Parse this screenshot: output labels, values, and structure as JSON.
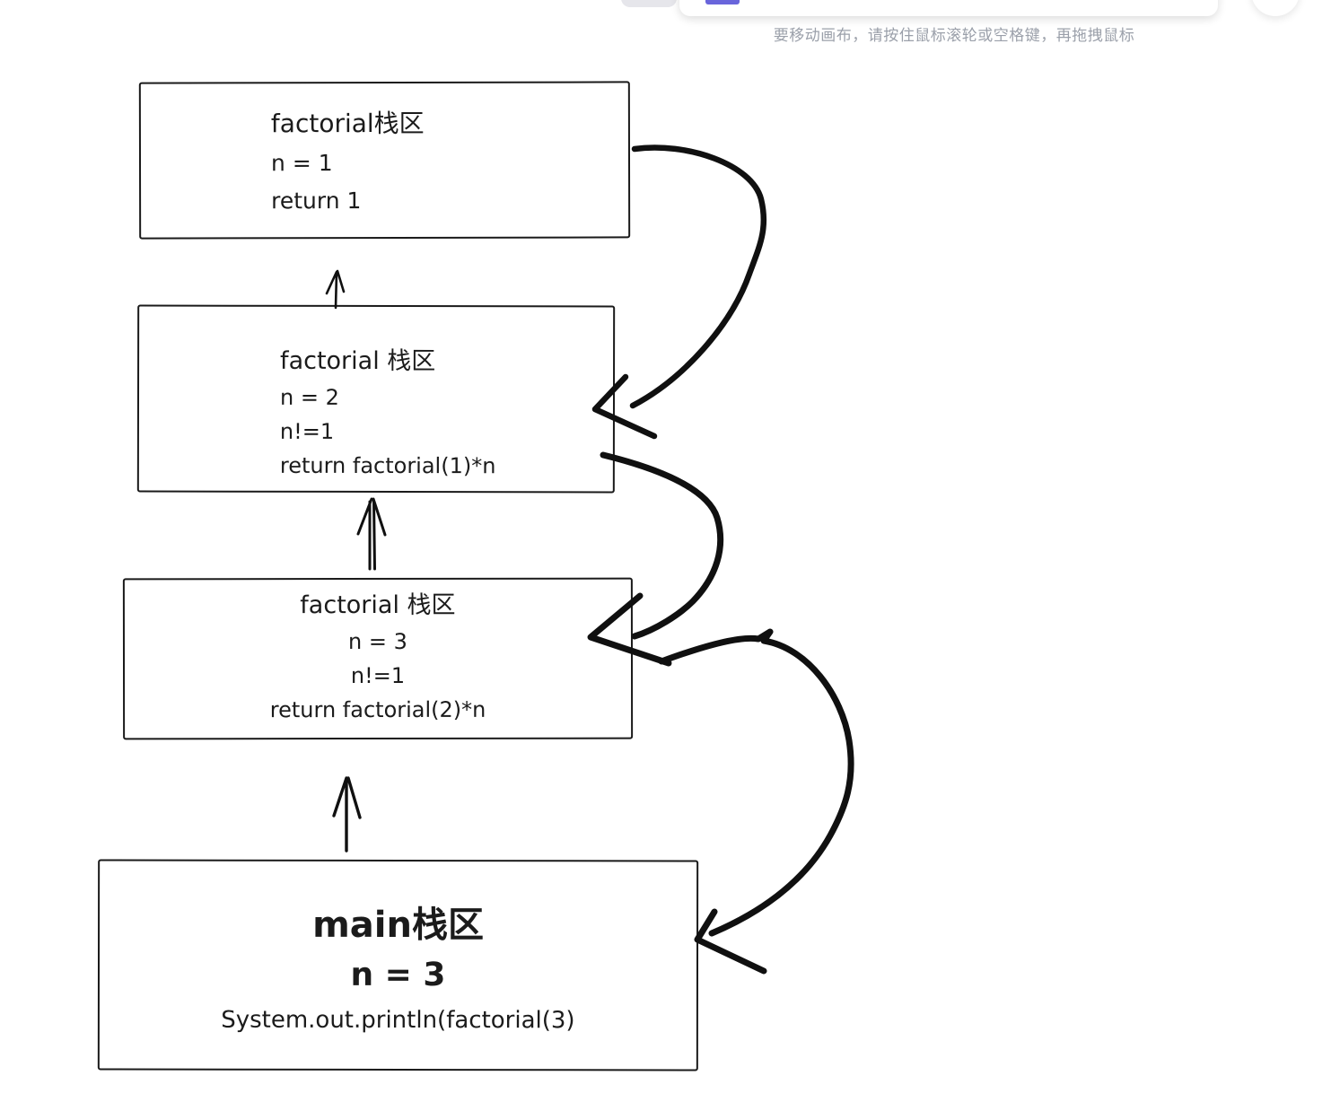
{
  "app": {
    "hint": "要移动画布，请按住鼠标滚轮或空格键，再拖拽鼠标",
    "accent_color": "#6965db"
  },
  "frames": [
    {
      "title": "factorial栈区",
      "lines": [
        "n = 1",
        "return 1"
      ]
    },
    {
      "title": "factorial 栈区",
      "lines": [
        "n = 2",
        "n!=1",
        "return factorial(1)*n"
      ]
    },
    {
      "title": "factorial 栈区",
      "lines": [
        "n = 3",
        "n!=1",
        "return factorial(2)*n"
      ]
    },
    {
      "title": "main栈区",
      "lines": [
        "n = 3",
        "System.out.println(factorial(3)"
      ]
    }
  ]
}
